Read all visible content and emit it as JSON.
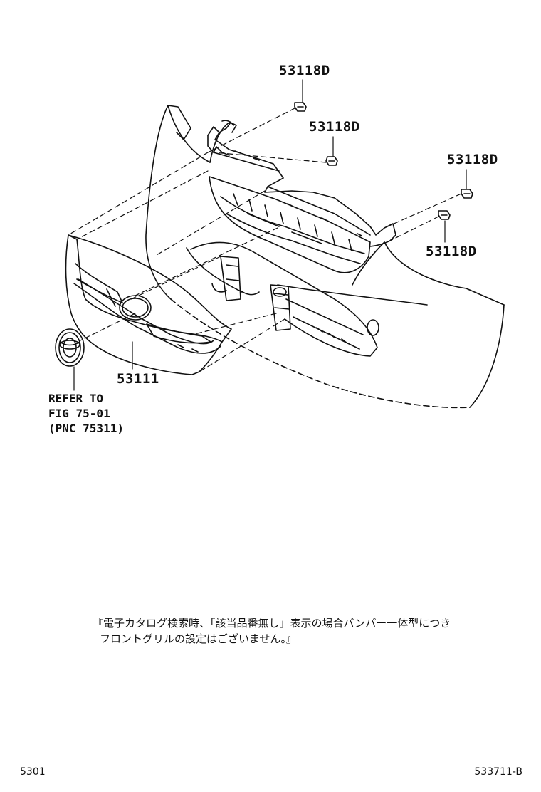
{
  "labels": {
    "clip_top": "53118D",
    "clip_upper_mid": "53118D",
    "clip_right_upper": "53118D",
    "clip_right_lower": "53118D",
    "grille": "53111"
  },
  "reference": {
    "line1": "REFER TO",
    "line2": "FIG 75-01",
    "line3": "(PNC 75311)"
  },
  "note": {
    "line1": "『電子カタログ検索時、「該当品番無し」表示の場合バンパー一体型につき",
    "line2": "フロントグリルの設定はございません。』"
  },
  "footer": {
    "left": "5301",
    "right": "533711-B"
  }
}
